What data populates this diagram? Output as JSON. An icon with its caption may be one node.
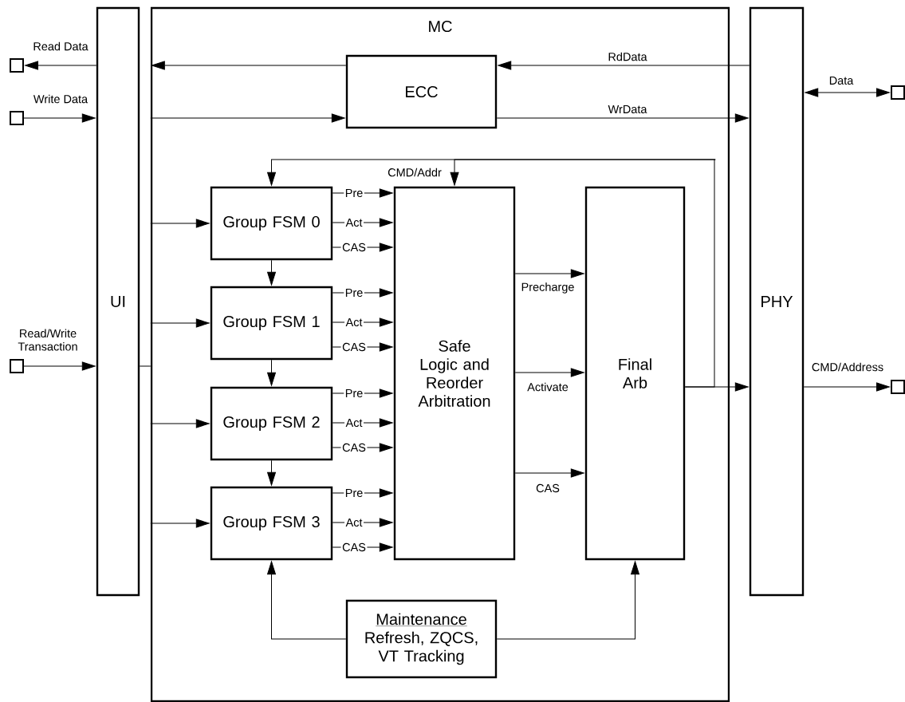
{
  "diagram": {
    "nodes": [
      {
        "text": [
          "MC"
        ]
      },
      {
        "text": [
          "UI"
        ]
      },
      {
        "text": [
          "PHY"
        ]
      },
      {
        "text": [
          "ECC"
        ],
        "in": 0
      },
      {
        "text": [
          "Group FSM 0"
        ],
        "in": 0
      },
      {
        "text": [
          "Group FSM 1"
        ],
        "in": 0
      },
      {
        "text": [
          "Group FSM 2"
        ],
        "in": 0
      },
      {
        "text": [
          "Group FSM 3"
        ],
        "in": 0
      },
      {
        "text": [
          "Safe Logic and Reorder Arbitration"
        ],
        "in": 0
      },
      {
        "text": [
          "Final Arb"
        ],
        "in": 0
      },
      {
        "text": [
          "Maintenance",
          "Refresh, ZQCS, VT Tracking"
        ],
        "in": 0
      },
      {
        "text": [],
        "shape": "box"
      },
      {
        "text": [],
        "shape": "box"
      },
      {
        "text": [],
        "shape": "box"
      },
      {
        "text": [],
        "shape": "box"
      },
      {
        "text": [],
        "shape": "box"
      }
    ],
    "edges": [
      {
        "from": 1,
        "to": 11,
        "arrow": "to",
        "label": "Read Data"
      },
      {
        "from": 12,
        "to": 1,
        "arrow": "to",
        "label": "Write Data"
      },
      {
        "from": 13,
        "to": 1,
        "arrow": "to",
        "label": "Read/Write Transaction"
      },
      {
        "from": 1,
        "to": 0,
        "arrow": "none"
      },
      {
        "from": 3,
        "to": 0,
        "arrow": "to"
      },
      {
        "from": 0,
        "to": 3,
        "arrow": "to"
      },
      {
        "from": 2,
        "to": 3,
        "arrow": "to",
        "label": "RdData"
      },
      {
        "from": 3,
        "to": 2,
        "arrow": "to",
        "label": "WrData"
      },
      {
        "from": 2,
        "to": 14,
        "arrow": "both",
        "label": "Data"
      },
      {
        "from": 2,
        "to": 15,
        "arrow": "to",
        "label": "CMD/Address"
      },
      {
        "from": 0,
        "to": 4,
        "arrow": "to"
      },
      {
        "from": 0,
        "to": 5,
        "arrow": "to"
      },
      {
        "from": 0,
        "to": 6,
        "arrow": "to"
      },
      {
        "from": 0,
        "to": 7,
        "arrow": "to"
      },
      {
        "from": 4,
        "to": 5,
        "arrow": "to"
      },
      {
        "from": 5,
        "to": 6,
        "arrow": "to"
      },
      {
        "from": 6,
        "to": 7,
        "arrow": "to"
      },
      {
        "from": 4,
        "to": 8,
        "arrow": "to",
        "label": "Pre"
      },
      {
        "from": 4,
        "to": 8,
        "arrow": "to",
        "label": "Act"
      },
      {
        "from": 4,
        "to": 8,
        "arrow": "to",
        "label": "CAS"
      },
      {
        "from": 5,
        "to": 8,
        "arrow": "to",
        "label": "Pre"
      },
      {
        "from": 5,
        "to": 8,
        "arrow": "to",
        "label": "Act"
      },
      {
        "from": 5,
        "to": 8,
        "arrow": "to",
        "label": "CAS"
      },
      {
        "from": 6,
        "to": 8,
        "arrow": "to",
        "label": "Pre"
      },
      {
        "from": 6,
        "to": 8,
        "arrow": "to",
        "label": "Act"
      },
      {
        "from": 6,
        "to": 8,
        "arrow": "to",
        "label": "CAS"
      },
      {
        "from": 7,
        "to": 8,
        "arrow": "to",
        "label": "Pre"
      },
      {
        "from": 7,
        "to": 8,
        "arrow": "to",
        "label": "Act"
      },
      {
        "from": 7,
        "to": 8,
        "arrow": "to",
        "label": "CAS"
      },
      {
        "from": 8,
        "to": 9,
        "arrow": "to",
        "label": "Precharge"
      },
      {
        "from": 8,
        "to": 9,
        "arrow": "to",
        "label": "Activate"
      },
      {
        "from": 8,
        "to": 9,
        "arrow": "to",
        "label": "CAS"
      },
      {
        "from": 9,
        "to": 2,
        "arrow": "to"
      },
      {
        "from": 9,
        "to": 4,
        "arrow": "to"
      },
      {
        "from": 9,
        "to": 8,
        "arrow": "to",
        "label": "CMD/Addr"
      },
      {
        "from": 10,
        "to": 7,
        "arrow": "to"
      },
      {
        "from": 10,
        "to": 9,
        "arrow": "to"
      }
    ]
  }
}
